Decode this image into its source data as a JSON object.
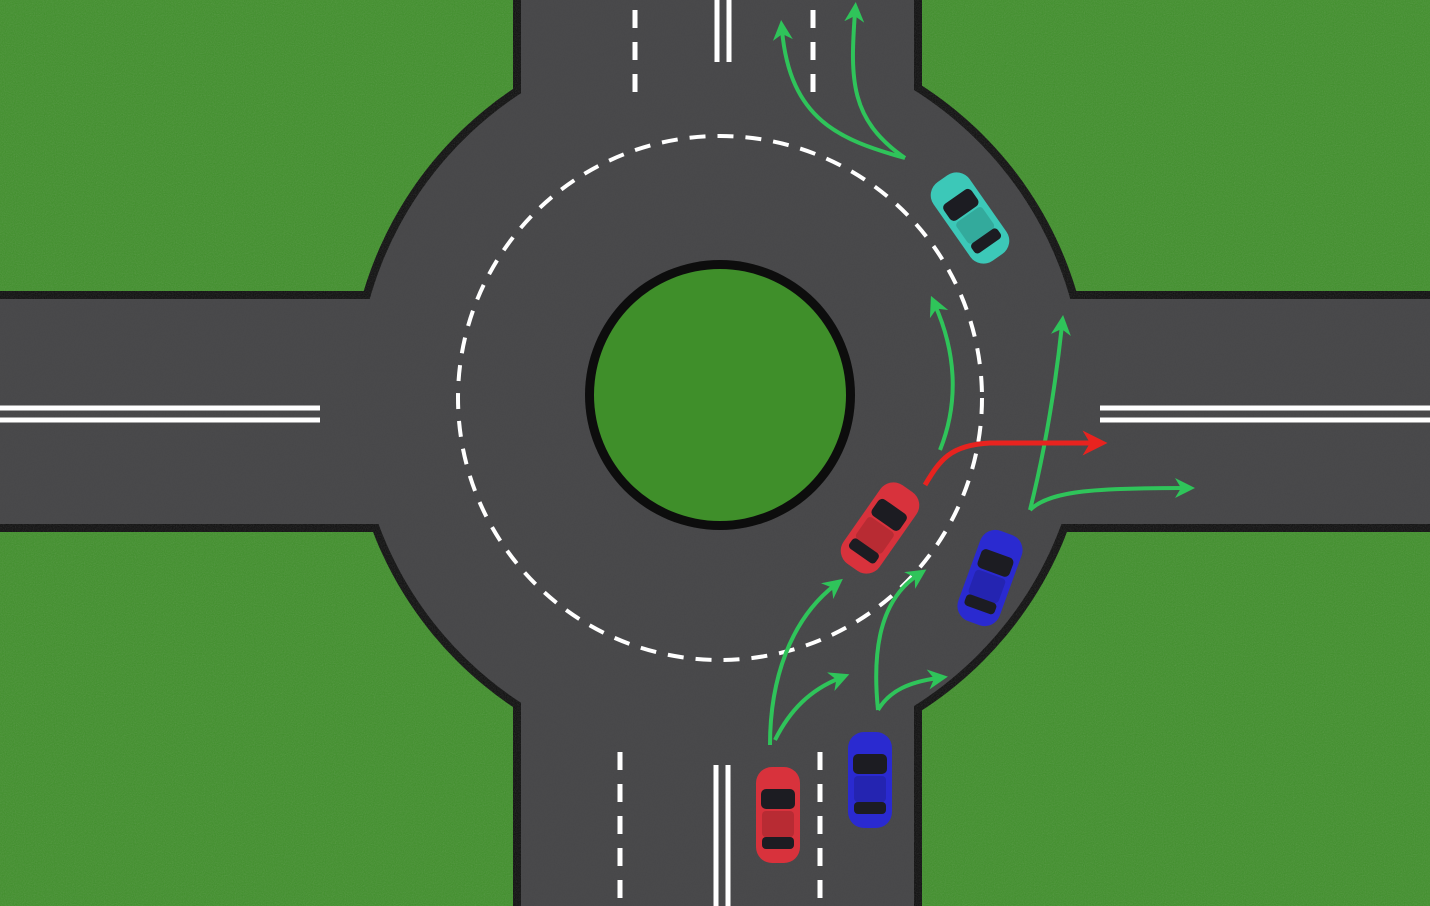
{
  "colors": {
    "grass": "#3f8f2a",
    "asphalt": "#4a4a4c",
    "border": "#0d0d0d",
    "marking": "#ffffff",
    "arrow_green": "#2fc45a",
    "arrow_red": "#e8231f",
    "car_cyan": "#3cc8b8",
    "car_red": "#d8323c",
    "car_blue": "#2a2ad0"
  },
  "cars": [
    {
      "name": "cyan-car",
      "color": "#3cc8b8"
    },
    {
      "name": "red-car-in-roundabout",
      "color": "#d8323c"
    },
    {
      "name": "blue-car-in-roundabout",
      "color": "#2a2ad0"
    },
    {
      "name": "red-car-entering",
      "color": "#d8323c"
    },
    {
      "name": "blue-car-entering",
      "color": "#2a2ad0"
    }
  ]
}
